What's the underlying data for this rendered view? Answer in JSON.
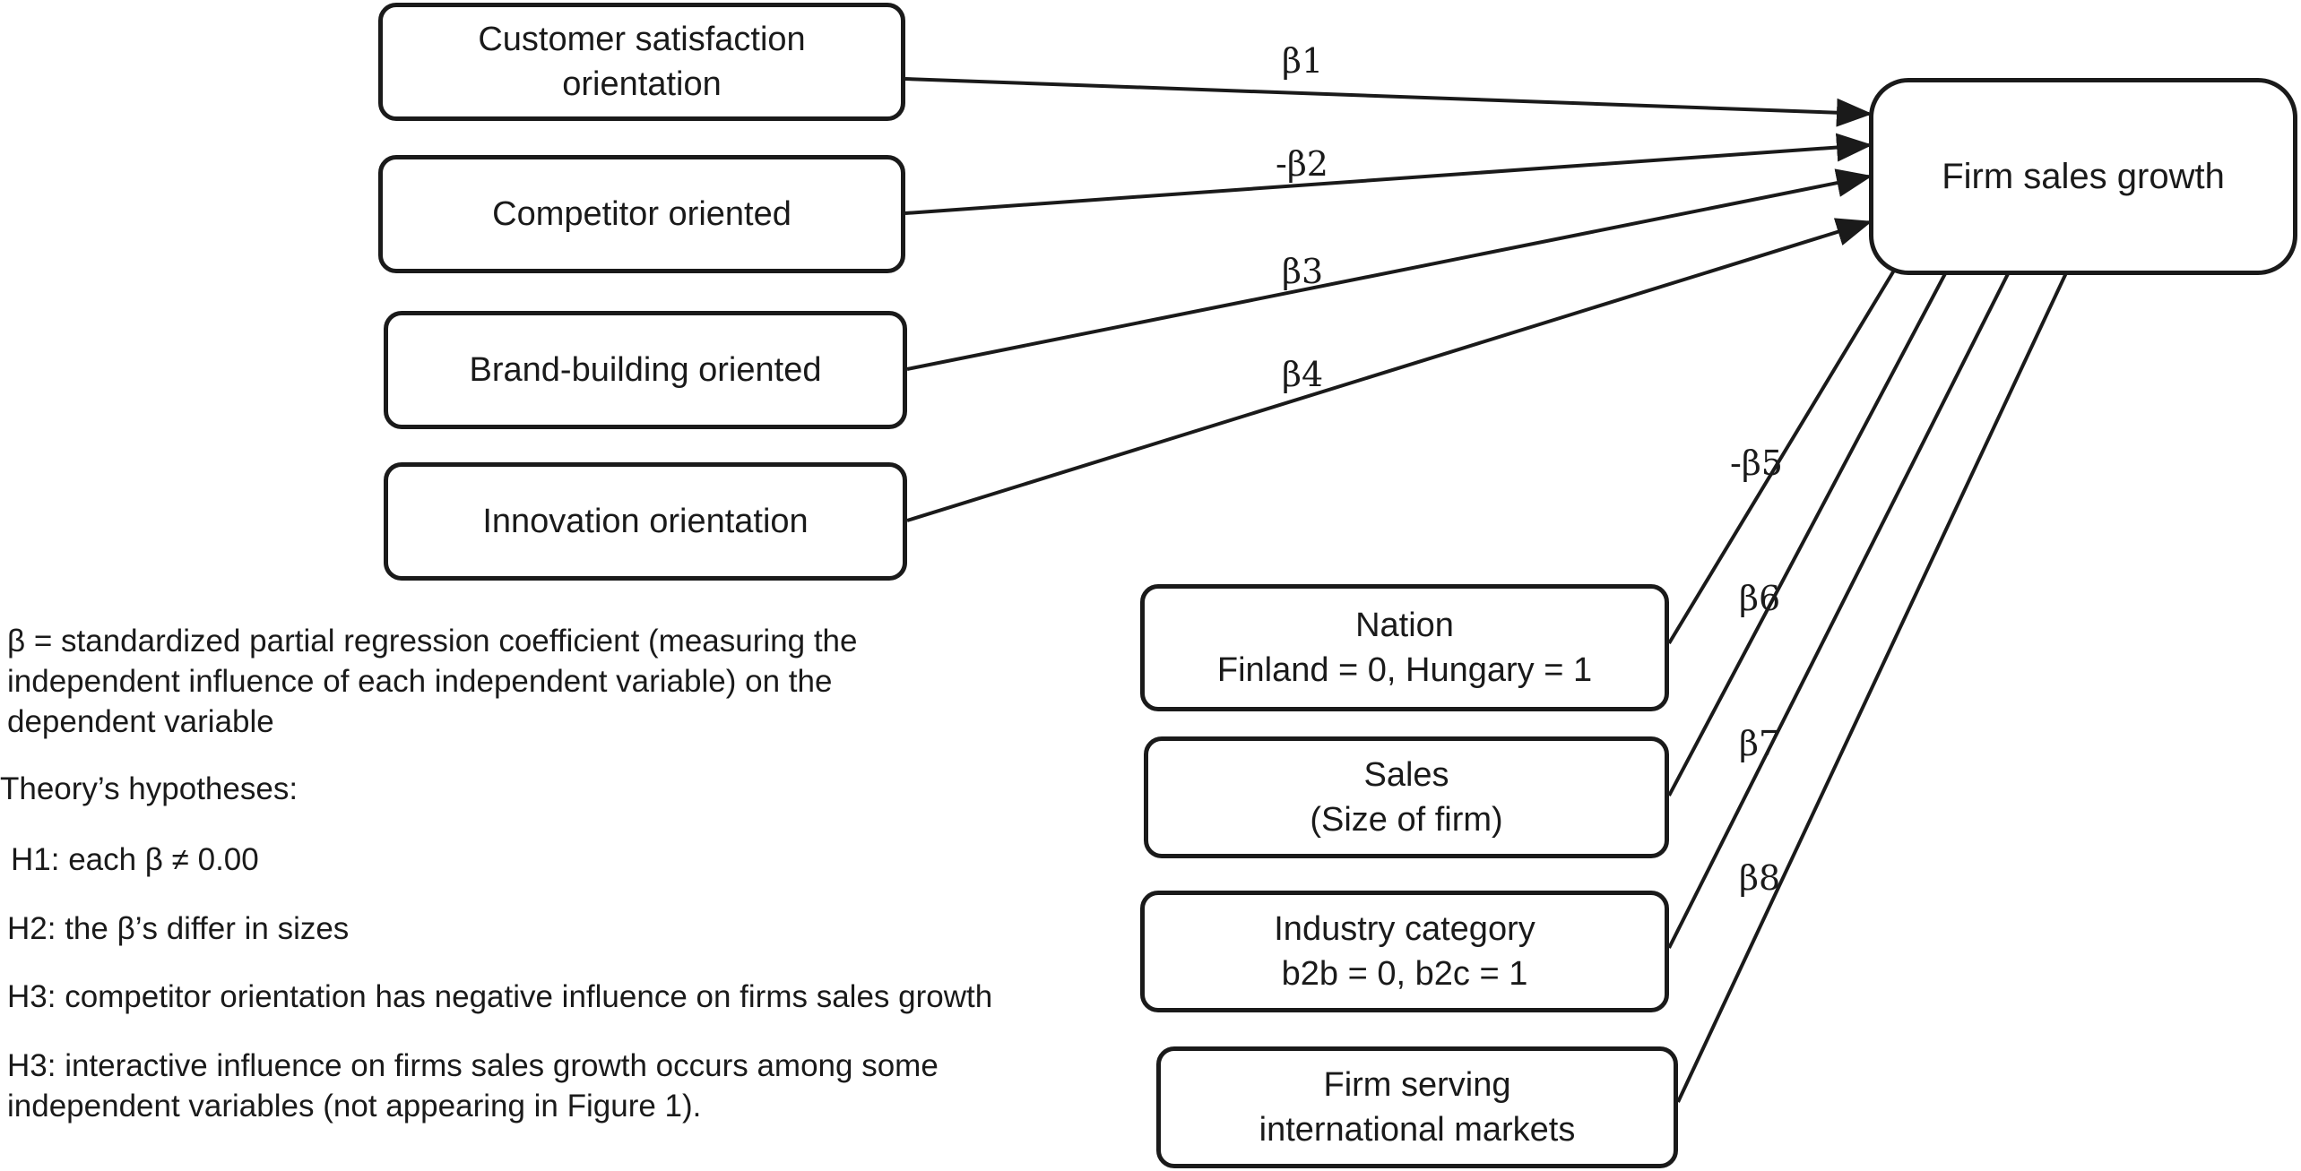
{
  "diagram": {
    "predictors": [
      {
        "lines": [
          "Customer satisfaction",
          "orientation"
        ],
        "coefficient": "β1"
      },
      {
        "lines": [
          "Competitor oriented"
        ],
        "coefficient": "-β2"
      },
      {
        "lines": [
          "Brand-building oriented"
        ],
        "coefficient": "β3"
      },
      {
        "lines": [
          "Innovation orientation"
        ],
        "coefficient": "β4"
      }
    ],
    "controls": [
      {
        "lines": [
          "Nation",
          "Finland = 0, Hungary = 1"
        ],
        "coefficient": "-β5"
      },
      {
        "lines": [
          "Sales",
          "(Size of firm)"
        ],
        "coefficient": "β6"
      },
      {
        "lines": [
          "Industry category",
          "b2b = 0, b2c = 1"
        ],
        "coefficient": "β7"
      },
      {
        "lines": [
          "Firm serving",
          "international markets"
        ],
        "coefficient": "β8"
      }
    ],
    "outcome": "Firm sales growth"
  },
  "notes": {
    "definition": [
      "β = standardized partial regression coefficient (measuring the",
      "independent influence of each independent variable) on the",
      "dependent variable"
    ],
    "hypotheses_title": "Theory’s hypotheses:",
    "h1": "H1:  each β ≠ 0.00",
    "h2": "H2:  the β’s differ in sizes",
    "h3a": "H3:  competitor orientation has negative influence on firms sales growth",
    "h3b": [
      "H3:  interactive influence on firms sales growth  occurs among some",
      "independent variables (not appearing in Figure 1)."
    ]
  }
}
